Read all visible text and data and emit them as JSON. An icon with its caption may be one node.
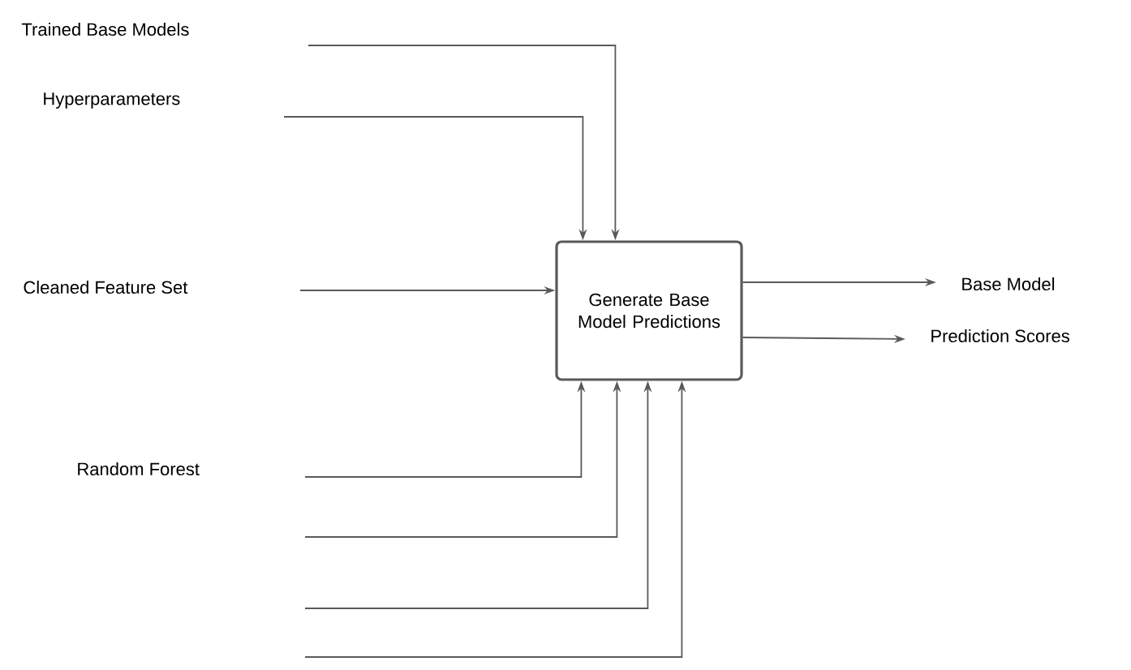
{
  "diagram": {
    "nodes": [
      {
        "text": [
          "Trained Base Models"
        ]
      },
      {
        "text": [
          "Hyperparameters"
        ]
      },
      {
        "text": [
          "Cleaned Feature Set"
        ]
      },
      {
        "text": [
          "Generate Base Model Predictions"
        ]
      },
      {
        "text": [
          "Base Model"
        ]
      },
      {
        "text": [
          "Prediction Scores"
        ]
      },
      {
        "text": [
          "Random Forest"
        ]
      }
    ],
    "edges": [
      {
        "from": 0,
        "to": 3,
        "arrow": "to"
      },
      {
        "from": 1,
        "to": 3,
        "arrow": "to"
      },
      {
        "from": 2,
        "to": 3,
        "arrow": "to"
      },
      {
        "from": 3,
        "to": 4,
        "arrow": "to"
      },
      {
        "from": 3,
        "to": 5,
        "arrow": "to"
      },
      {
        "from": 6,
        "to": 3,
        "arrow": "to"
      },
      {
        "from": null,
        "to": 3,
        "arrow": "to"
      },
      {
        "from": null,
        "to": 3,
        "arrow": "to"
      },
      {
        "from": null,
        "to": 3,
        "arrow": "to"
      }
    ]
  }
}
